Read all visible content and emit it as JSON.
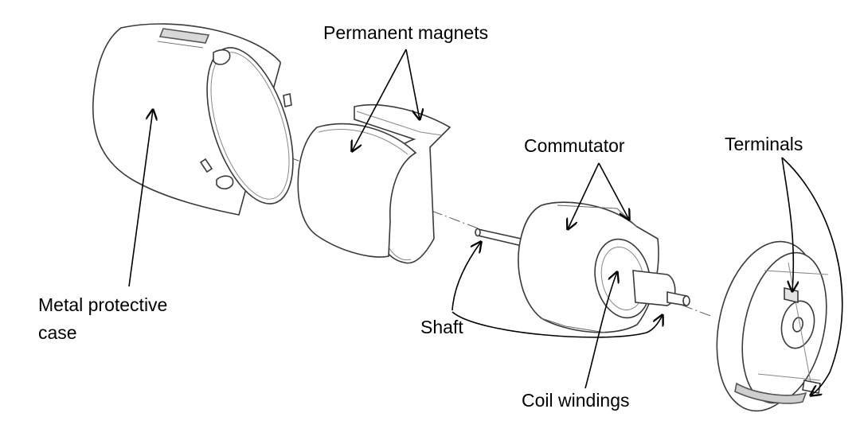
{
  "labels": {
    "permanent_magnets": "Permanent magnets",
    "commutator": "Commutator",
    "terminals": "Terminals",
    "case_line1": "Metal protective",
    "case_line2": "case",
    "shaft": "Shaft",
    "coil_windings": "Coil windings"
  },
  "colors": {
    "ink": "#000000",
    "part_stroke": "#3a3a3a",
    "part_fill": "#ffffff",
    "detail_gray": "#9a9a9a"
  }
}
